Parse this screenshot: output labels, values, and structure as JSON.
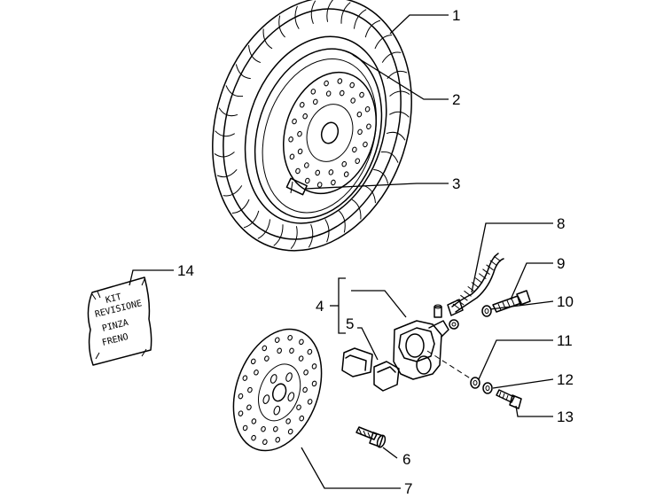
{
  "callouts": [
    {
      "id": "1",
      "label": "1"
    },
    {
      "id": "2",
      "label": "2"
    },
    {
      "id": "3",
      "label": "3"
    },
    {
      "id": "4",
      "label": "4"
    },
    {
      "id": "5",
      "label": "5"
    },
    {
      "id": "6",
      "label": "6"
    },
    {
      "id": "7",
      "label": "7"
    },
    {
      "id": "8",
      "label": "8"
    },
    {
      "id": "9",
      "label": "9"
    },
    {
      "id": "10",
      "label": "10"
    },
    {
      "id": "11",
      "label": "11"
    },
    {
      "id": "12",
      "label": "12"
    },
    {
      "id": "13",
      "label": "13"
    },
    {
      "id": "14",
      "label": "14"
    }
  ],
  "kit_bag": {
    "lines": [
      "KIT",
      "REVISIONE",
      "PINZA",
      "FRENO"
    ]
  }
}
